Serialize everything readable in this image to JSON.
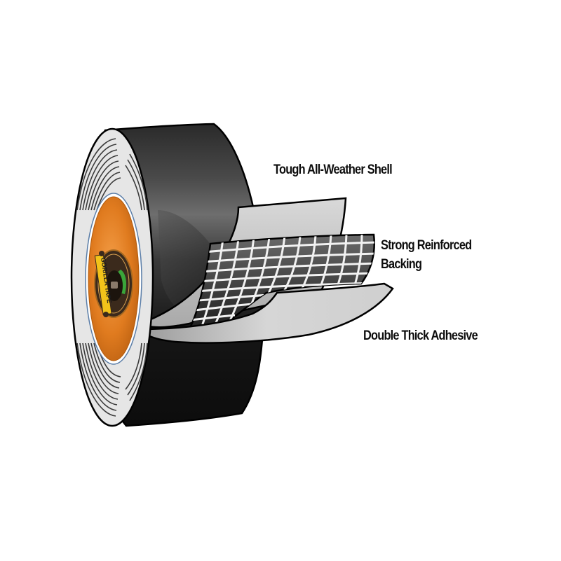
{
  "diagram": {
    "subject": "Gorilla Tape roll cross-section",
    "labels": {
      "shell": "Tough All-Weather Shell",
      "backing_line1": "Strong Reinforced",
      "backing_line2": "Backing",
      "adhesive": "Double Thick Adhesive"
    },
    "logo": {
      "brand_text": "GORILLA TAPE",
      "ring_text_top": "GORILLA",
      "ring_text_bottom": "TAPE"
    },
    "layers": [
      {
        "name": "shell",
        "label": "Tough All-Weather Shell",
        "color": "#c9c9c9"
      },
      {
        "name": "backing",
        "label": "Strong Reinforced Backing",
        "color": "#4a4a4a"
      },
      {
        "name": "adhesive",
        "label": "Double Thick Adhesive",
        "color": "#bdbdbd"
      }
    ],
    "colors": {
      "tape_black": "#1a1a1a",
      "tape_highlight": "#6a6a6a",
      "core_orange": "#e07b1f",
      "side_face": "#e6e6e6",
      "logo_yellow": "#f2c31a",
      "logo_green": "#3aa53a",
      "outline": "#000000"
    }
  }
}
